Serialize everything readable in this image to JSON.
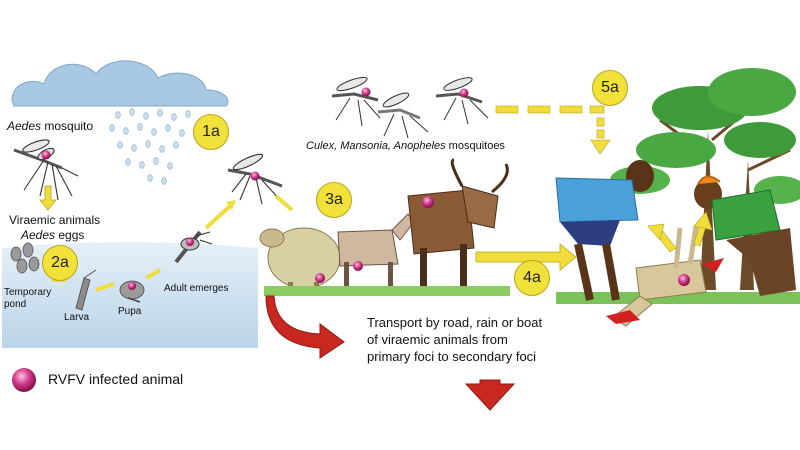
{
  "labels": {
    "aedes_mosquito_italic": "Aedes",
    "aedes_mosquito_rest": " mosquito",
    "viraemic_animals": "Viraemic animals",
    "aedes_eggs_italic": "Aedes",
    "aedes_eggs_rest": " eggs",
    "temporary_pond_1": "Temporary",
    "temporary_pond_2": "pond",
    "larva": "Larva",
    "pupa": "Pupa",
    "adult_emerges": "Adult emerges",
    "culex_mosquitoes": "Culex, Mansonia, Anopheles",
    "culex_mosquitoes_rest": " mosquitoes",
    "transport_line1": "Transport by road, rain or boat",
    "transport_line2": "of viraemic animals from",
    "transport_line3": "primary foci to secondary foci",
    "legend": "RVFV infected animal"
  },
  "badges": {
    "b1a": "1a",
    "b2a": "2a",
    "b3a": "3a",
    "b4a": "4a",
    "b5a": "5a"
  },
  "colors": {
    "badge": "#f2e13a",
    "arrow_yellow": "#f0dc3a",
    "arrow_red": "#c8281e",
    "pond": "#c5dcec",
    "cloud": "#a9c8e4",
    "infection_dot": "#d43a8c"
  }
}
